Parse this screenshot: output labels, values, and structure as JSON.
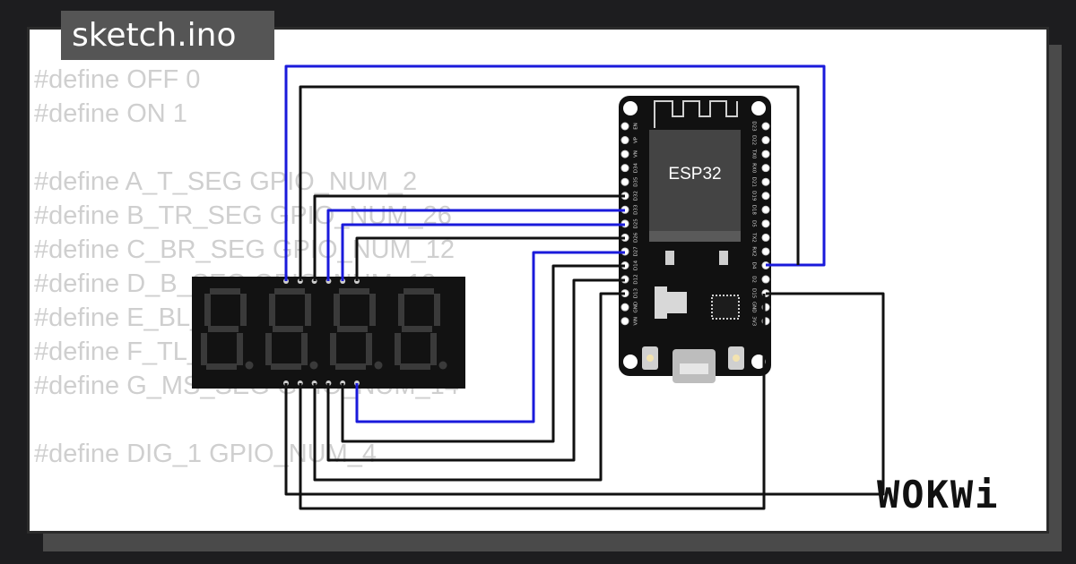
{
  "tab": {
    "title": "sketch.ino"
  },
  "code_lines": [
    "#define OFF 0",
    "#define ON 1",
    "",
    "#define A_T_SEG GPIO_NUM_2",
    "#define B_TR_SEG GPIO_NUM_26",
    "#define C_BR_SEG GPIO_NUM_12",
    "#define D_B_SEG GPIO_NUM_13",
    "#define E_BL_SEG GPIO_NUM_15",
    "#define F_TL_SEG GPIO_NUM_32",
    "#define G_MS_SEG GPIO_NUM_14",
    "",
    "#define DIG_1 GPIO_NUM_4"
  ],
  "board": {
    "label": "ESP32",
    "left_pins": [
      "EN",
      "VP",
      "VN",
      "D34",
      "D35",
      "D32",
      "D33",
      "D25",
      "D26",
      "D27",
      "D14",
      "D12",
      "D13",
      "GND",
      "VIN"
    ],
    "right_pins": [
      "D23",
      "D22",
      "TX0",
      "RX0",
      "D21",
      "D19",
      "D18",
      "D5",
      "TX2",
      "RX2",
      "D4",
      "D2",
      "D15",
      "GND",
      "3V3"
    ]
  },
  "display": {
    "digits": 4
  },
  "brand": {
    "logo": "WOKWi"
  },
  "colors": {
    "wire_blue": "#1a1adb",
    "wire_black": "#111111",
    "code_gray": "#cfcfcf",
    "tab_bg": "#555555"
  }
}
